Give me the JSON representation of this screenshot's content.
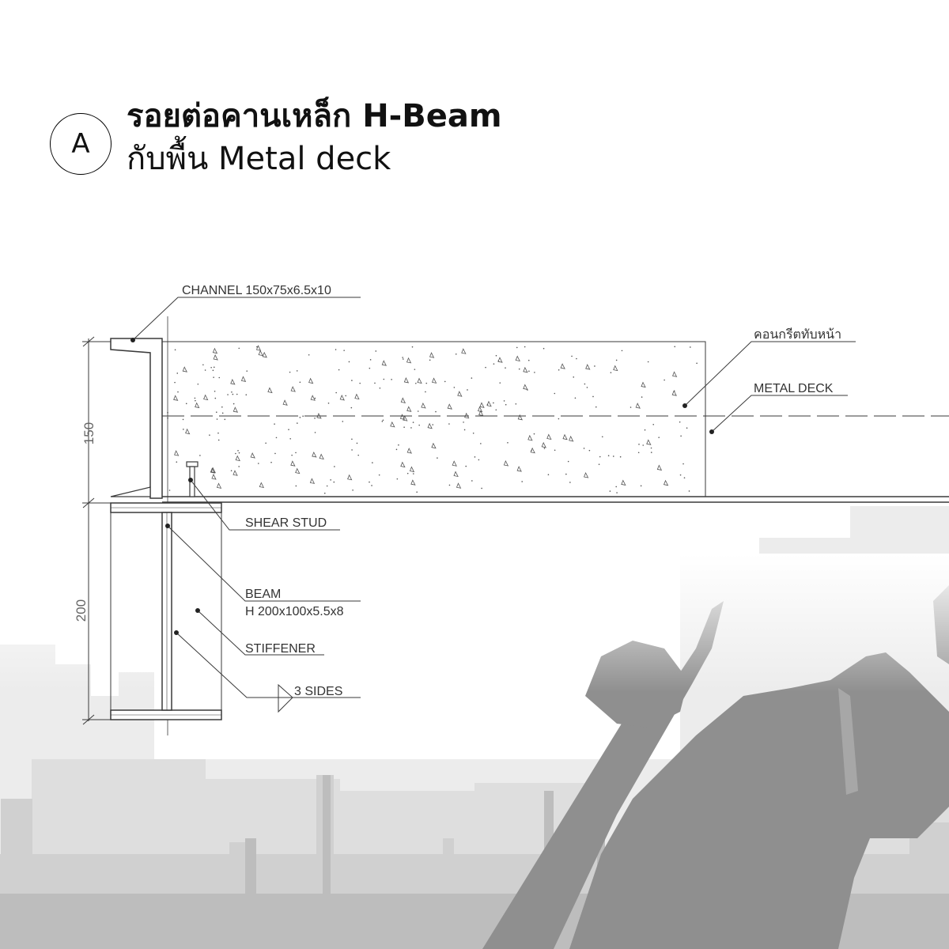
{
  "header": {
    "badge": "A",
    "title_line1": "รอยต่อคานเหล็ก H-Beam",
    "title_line2": "กับพื้น Metal deck"
  },
  "drawing": {
    "labels": {
      "channel": "CHANNEL 150x75x6.5x10",
      "topping": "คอนกรีตทับหน้า",
      "metal_deck": "METAL DECK",
      "shear_stud": "SHEAR STUD",
      "beam": "BEAM",
      "beam_size": "H 200x100x5.5x8",
      "stiffener": "STIFFENER",
      "weld": "3  SIDES"
    },
    "dimensions": {
      "slab_depth": "150",
      "beam_depth": "200"
    }
  },
  "colors": {
    "ink": "#3a3a3a",
    "silhouette_light": "#eaeaea",
    "silhouette_dark": "#8c8c8c"
  }
}
